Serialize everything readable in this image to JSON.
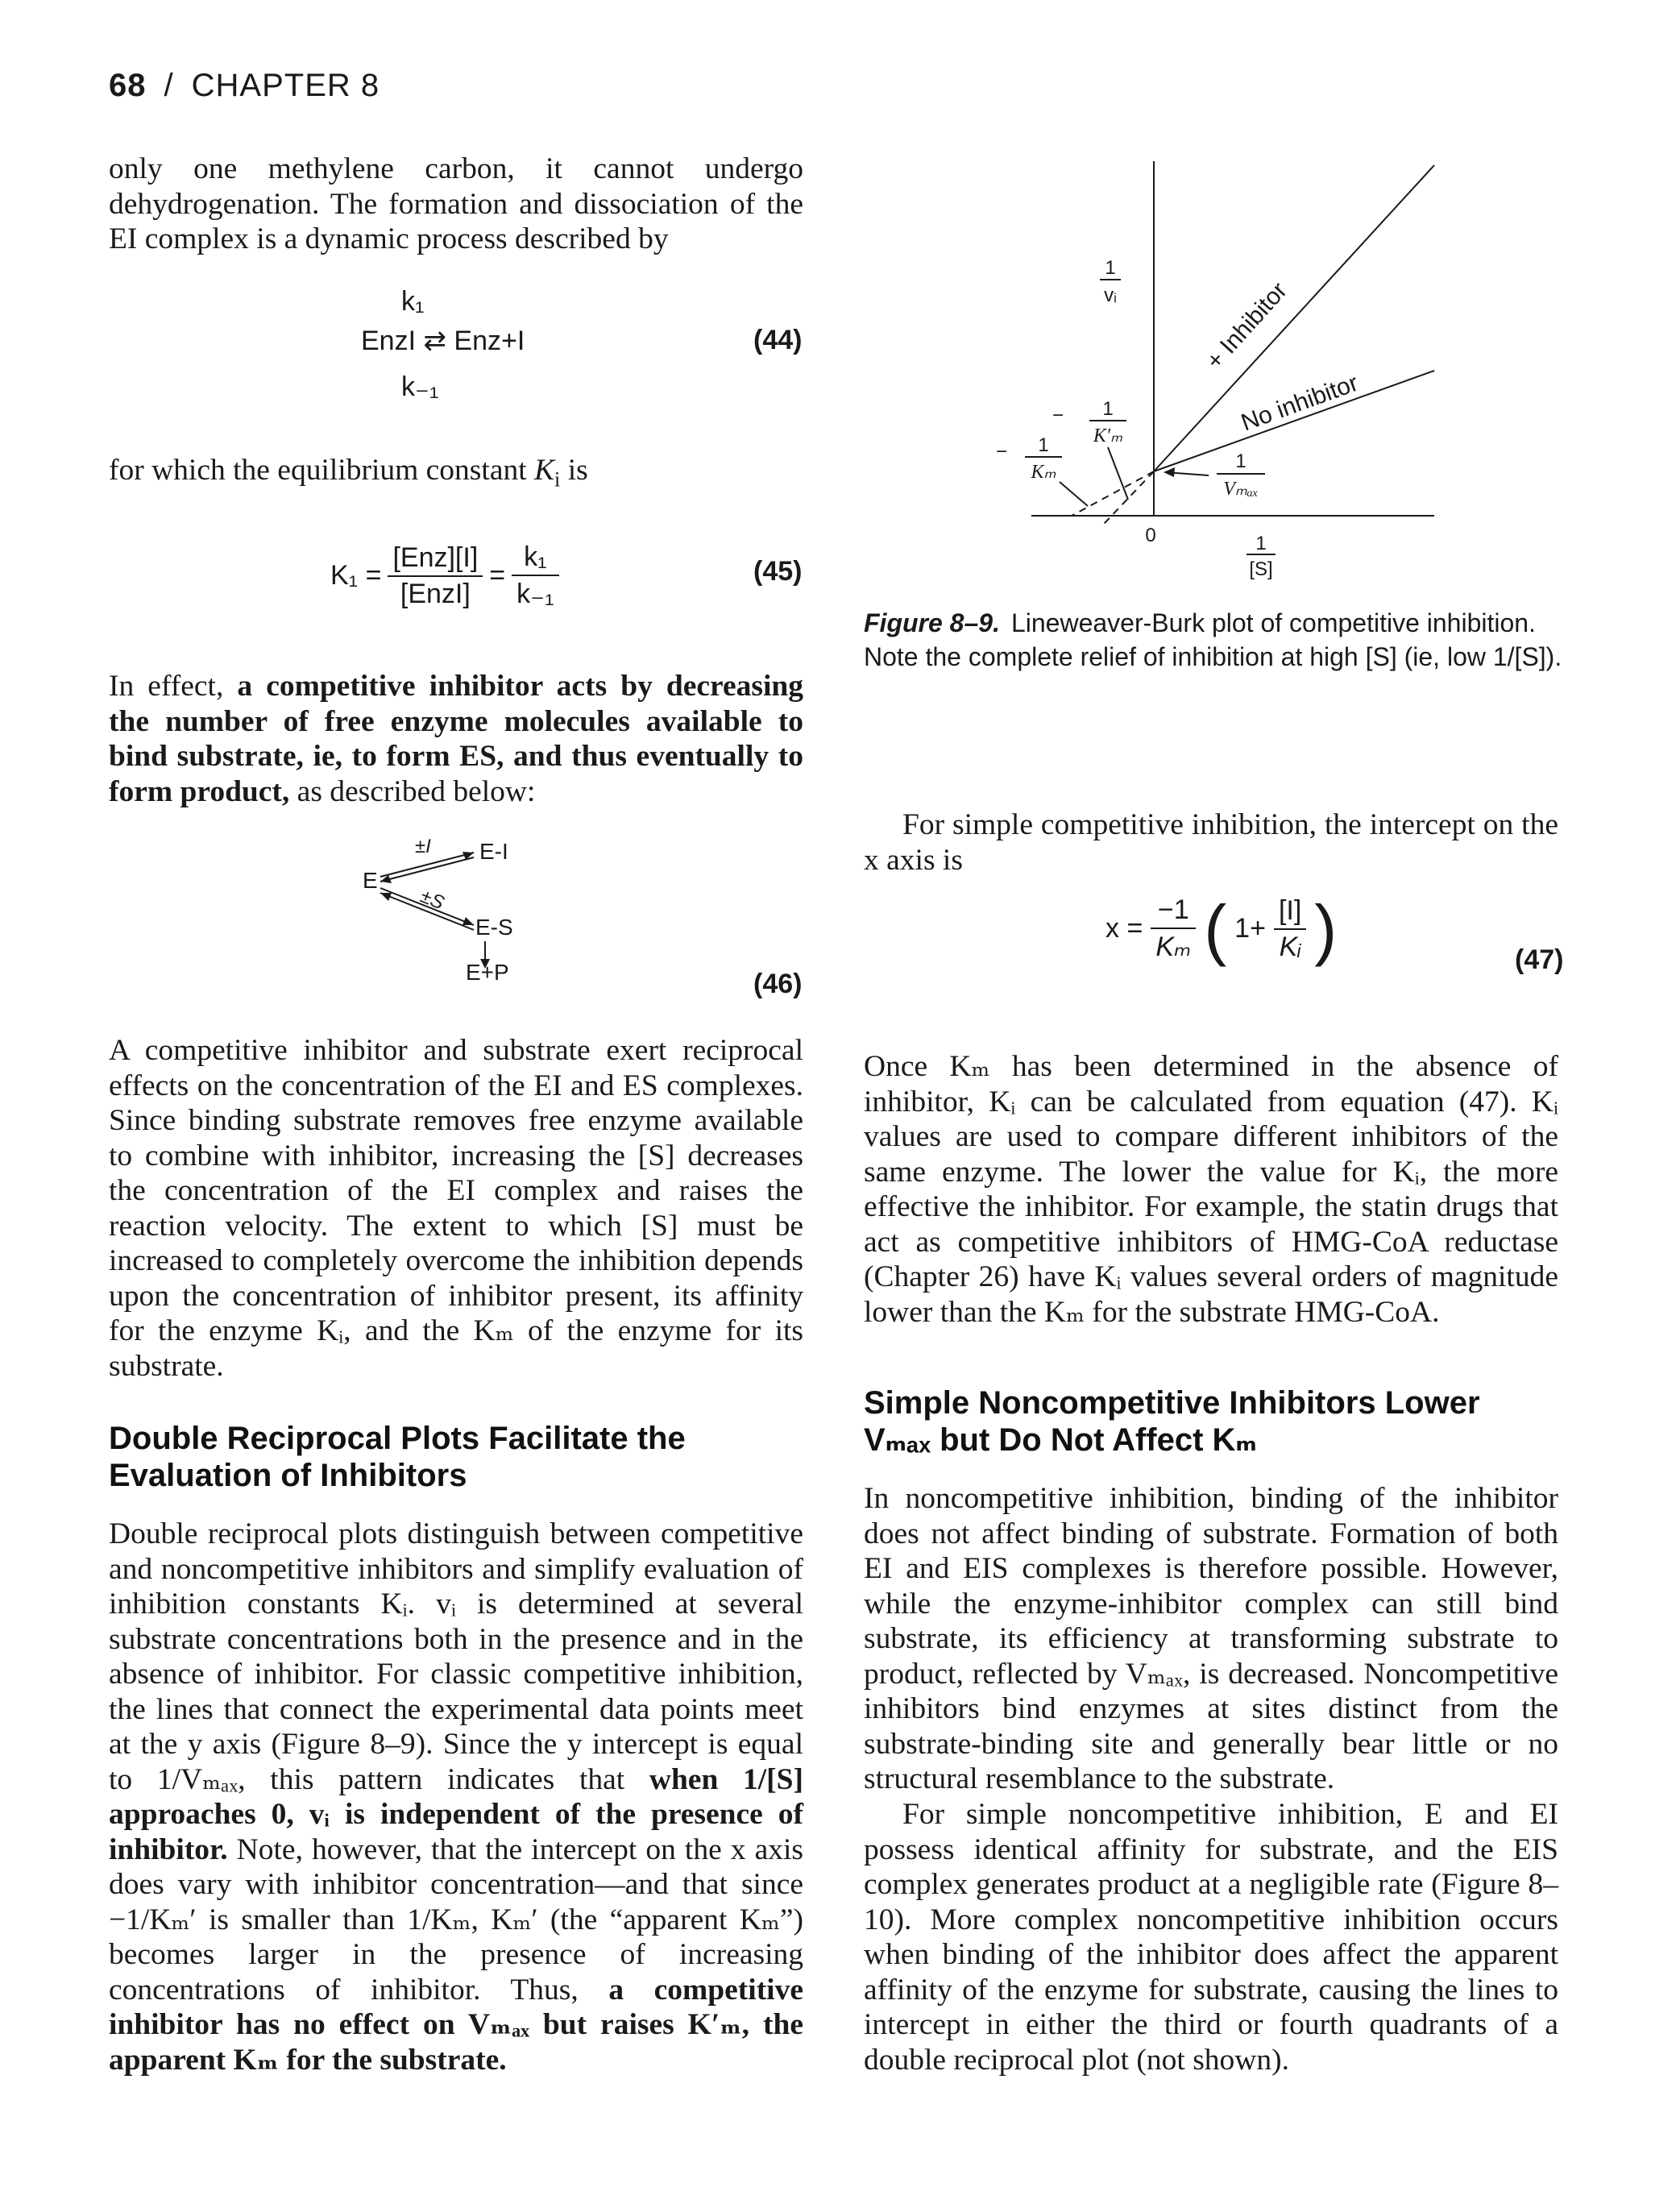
{
  "header": {
    "page_number": "68",
    "separator": "/",
    "chapter": "CHAPTER 8"
  },
  "left_column": {
    "para1": "only one methylene carbon, it cannot undergo dehydrogenation. The formation and dissociation of the EI complex is a dynamic process described by",
    "eq44": {
      "k_top": "k₁",
      "body": "EnzI ⇄ Enz+I",
      "k_bottom": "k₋₁",
      "number": "(44)"
    },
    "para2_text": "for which the equilibrium constant ",
    "para2_sym": "K",
    "para2_sub": "i",
    "para2_end": " is",
    "eq45": {
      "lhs": "K₁ =",
      "num1": "[Enz][I]",
      "den1": "[EnzI]",
      "eqsign": "=",
      "num2": "k₁",
      "den2": "k₋₁",
      "number": "(45)"
    },
    "para3_pre": "In effect, ",
    "para3_bold": "a competitive inhibitor acts by decreasing the number of free enzyme molecules available to bind substrate, ie, to form ES, and thus eventually to form product,",
    "para3_post": " as described below:",
    "eq46": {
      "e": "E",
      "ei": "E-I",
      "es": "E-S",
      "pm_i": "±I",
      "pm_s": "±S",
      "ep": "E+P",
      "number": "(46)"
    },
    "para4": "A competitive inhibitor and substrate exert reciprocal effects on the concentration of the EI and ES complexes. Since binding substrate removes free enzyme available to combine with inhibitor, increasing the [S] decreases the concentration of the EI complex and raises the reaction velocity. The extent to which [S] must be increased to completely overcome the inhibition depends upon the concentration of inhibitor present, its affinity for the enzyme Kᵢ, and the Kₘ of the enzyme for its substrate.",
    "section_title_1": "Double Reciprocal Plots Facilitate the",
    "section_title_2": "Evaluation of Inhibitors",
    "para5_a": "Double reciprocal plots distinguish between competitive and noncompetitive inhibitors and simplify evaluation of inhibition constants Kᵢ. vᵢ is determined at several substrate concentrations both in the presence and in the absence of inhibitor. For classic competitive inhibition, the lines that connect the experimental data points meet at the y axis (Figure 8–9). Since the y intercept is equal to 1/Vₘₐₓ, this pattern indicates that ",
    "para5_b": "when 1/[S] approaches 0, vᵢ is independent of the presence of inhibitor.",
    "para5_c": " Note, however, that the intercept on the x axis does vary with inhibitor concentration—and that since −1/Kₘ′ is smaller than 1/Kₘ, Kₘ′ (the “apparent Kₘ”) becomes larger in the presence of increasing concentrations of inhibitor. Thus, ",
    "para5_d": "a competitive inhibitor has no effect on Vₘₐₓ but raises K′ₘ, the apparent Kₘ for the substrate."
  },
  "figure": {
    "label": "Figure 8–9.",
    "caption": "Lineweaver-Burk plot of competitive inhibition. Note the complete relief of inhibition at high [S] (ie, low 1/[S]).",
    "y_axis_num": "1",
    "y_axis_den": "vᵢ",
    "x_axis_num": "1",
    "x_axis_den": "[S]",
    "origin": "0",
    "line_inhibitor": "+ Inhibitor",
    "line_no_inhibitor": "No inhibitor",
    "km_prime_label": "− 1/K′ₘ",
    "km_label": "− 1/Kₘ",
    "vmax_label": "1/Vₘₐₓ"
  },
  "right_column": {
    "para6": "For simple competitive inhibition, the intercept on the x axis is",
    "eq47": {
      "lhs": "x =",
      "num": "−1",
      "den": "Kₘ",
      "paren_l": "(",
      "inner": "1+",
      "num2": "[I]",
      "den2": "Kᵢ",
      "paren_r": ")",
      "number": "(47)"
    },
    "para7": "Once Kₘ has been determined in the absence of inhibitor, Kᵢ can be calculated from equation (47). Kᵢ values are used to compare different inhibitors of the same enzyme. The lower the value for Kᵢ, the more effective the inhibitor. For example, the statin drugs that act as competitive inhibitors of HMG-CoA reductase (Chapter 26) have Kᵢ values several orders of magnitude lower than the Kₘ for the substrate HMG-CoA.",
    "section_title_1": "Simple Noncompetitive Inhibitors Lower",
    "section_title_2": "Vₘₐₓ but Do Not Affect Kₘ",
    "para8": "In noncompetitive inhibition, binding of the inhibitor does not affect binding of substrate. Formation of both EI and EIS complexes is therefore possible. However, while the enzyme-inhibitor complex can still bind substrate, its efficiency at transforming substrate to product, reflected by Vₘₐₓ, is decreased. Noncompetitive inhibitors bind enzymes at sites distinct from the substrate-binding site and generally bear little or no structural resemblance to the substrate.",
    "para9": "For simple noncompetitive inhibition, E and EI possess identical affinity for substrate, and the EIS complex generates product at a negligible rate (Figure 8–10). More complex noncompetitive inhibition occurs when binding of the inhibitor does affect the apparent affinity of the enzyme for substrate, causing the lines to intercept in either the third or fourth quadrants of a double reciprocal plot (not shown)."
  }
}
